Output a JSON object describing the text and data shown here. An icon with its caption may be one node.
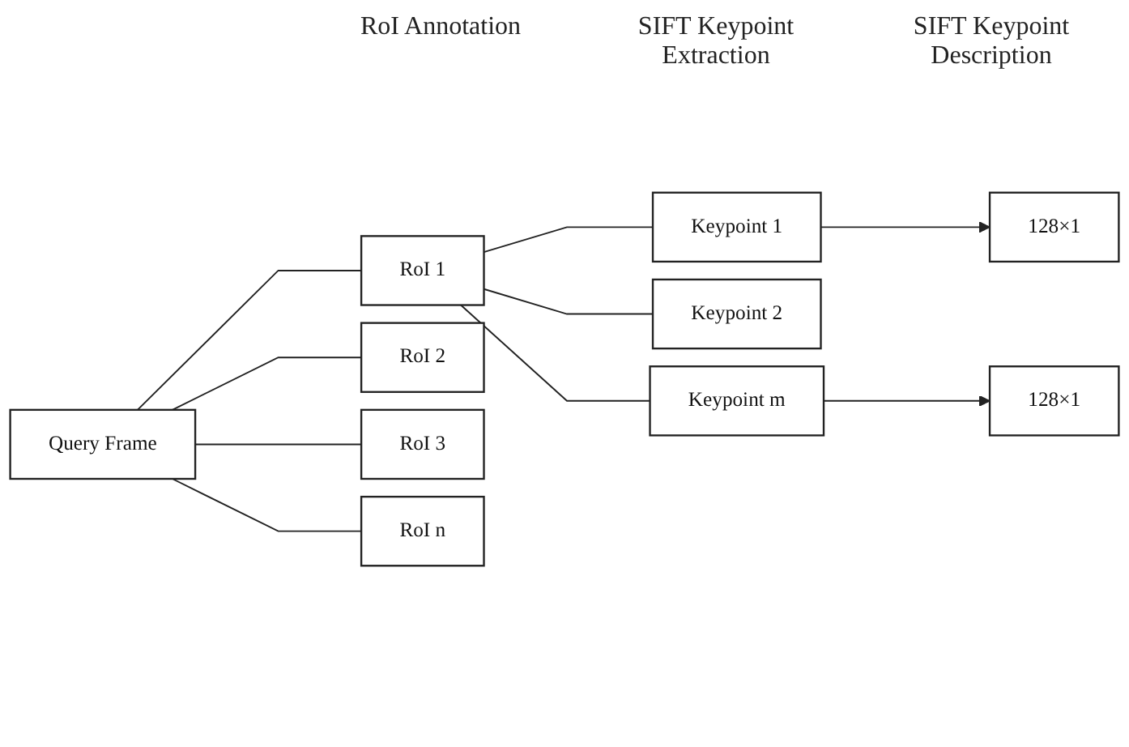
{
  "diagram": {
    "nodes": [
      {
        "text": [
          "Query Frame"
        ]
      },
      {
        "text": [
          "RoI 1"
        ]
      },
      {
        "text": [
          "RoI 2"
        ]
      },
      {
        "text": [
          "RoI 3"
        ]
      },
      {
        "text": [
          "RoI n"
        ]
      },
      {
        "text": [
          "Keypoint 1"
        ]
      },
      {
        "text": [
          "Keypoint 2"
        ]
      },
      {
        "text": [
          "Keypoint m"
        ]
      },
      {
        "text": [
          "128×1"
        ]
      },
      {
        "text": [
          "128×1"
        ]
      }
    ],
    "edges": [
      {
        "from": 0,
        "to": 1,
        "arrow": "none"
      },
      {
        "from": 0,
        "to": 2,
        "arrow": "none"
      },
      {
        "from": 0,
        "to": 3,
        "arrow": "none"
      },
      {
        "from": 0,
        "to": 4,
        "arrow": "none"
      },
      {
        "from": 1,
        "to": 5,
        "arrow": "none"
      },
      {
        "from": 1,
        "to": 6,
        "arrow": "none"
      },
      {
        "from": 1,
        "to": 7,
        "arrow": "none"
      },
      {
        "from": 5,
        "to": 8,
        "arrow": "to"
      },
      {
        "from": 7,
        "to": 9,
        "arrow": "to"
      }
    ],
    "labels": [
      "RoI Annotation",
      "SIFT Keypoint Extraction",
      "SIFT Keypoint Description"
    ]
  }
}
